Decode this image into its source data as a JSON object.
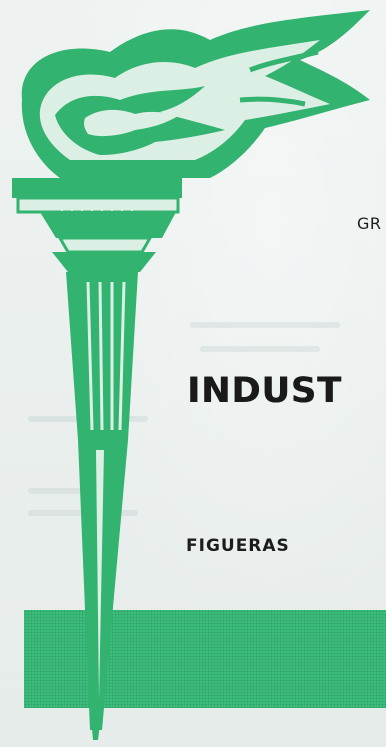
{
  "brand": {
    "header_fragment": "GR",
    "title_fragment": "INDUST",
    "city": "FIGUERAS"
  },
  "colors": {
    "torch_green": "#33b370",
    "torch_light": "#dcefe4",
    "band_green": "#3dbd7c",
    "paper": "#e9efec",
    "ink": "#1a1a1a"
  },
  "icons": {
    "emblem": "torch-icon"
  }
}
